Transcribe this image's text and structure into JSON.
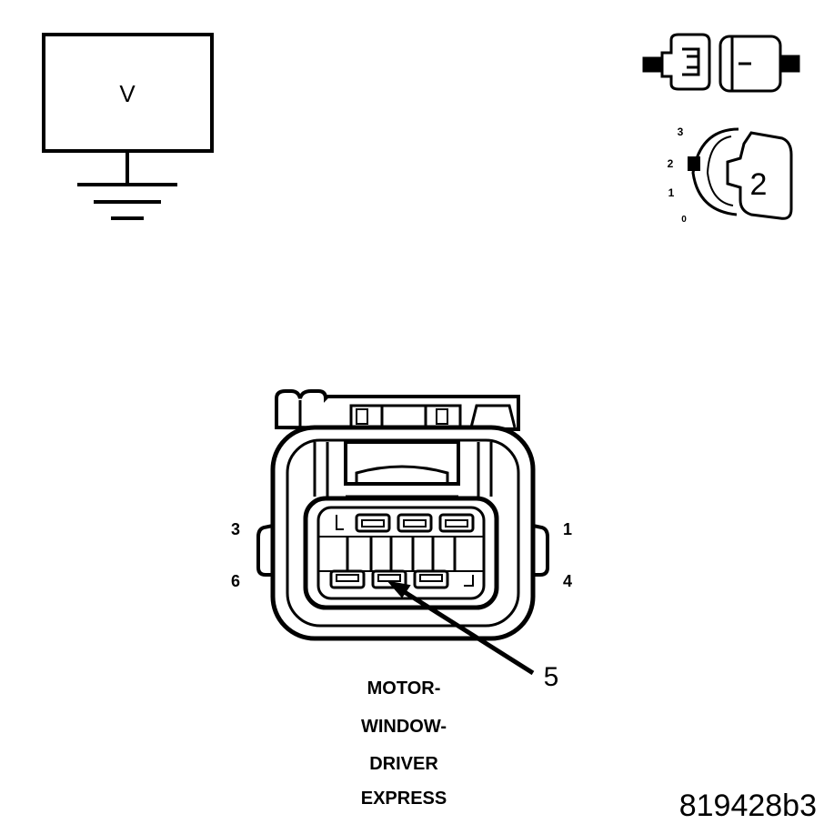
{
  "voltmeter": {
    "symbol": "V"
  },
  "ignition": {
    "positions": [
      "3",
      "2",
      "1",
      "0"
    ],
    "selected": "2"
  },
  "connector": {
    "pin_labels": {
      "top_left": "3",
      "top_right": "1",
      "bottom_left": "6",
      "bottom_right": "4"
    },
    "callout_pin": "5",
    "name_lines": [
      "MOTOR-",
      "WINDOW-",
      "DRIVER",
      "EXPRESS"
    ]
  },
  "figure_id": "819428b3",
  "colors": {
    "line": "#000000",
    "background": "#ffffff"
  }
}
